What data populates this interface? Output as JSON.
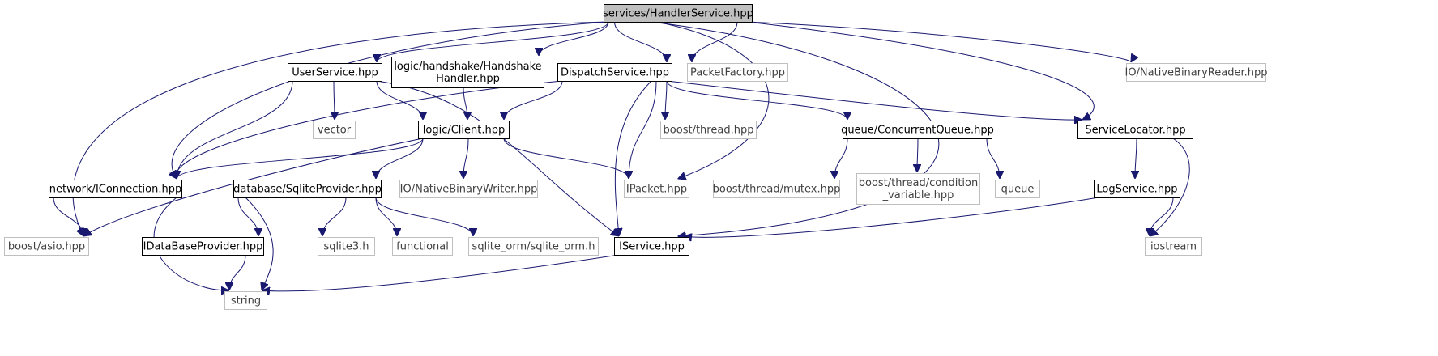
{
  "colors": {
    "edge": "#191970",
    "root_fill": "#bfbfbf",
    "node_border": "#000000",
    "external_border": "#bfbfbf",
    "text": "#000000",
    "external_text": "#404040",
    "background": "#ffffff"
  },
  "nodes": [
    {
      "id": "handler",
      "label": [
        "services/HandlerService.hpp"
      ],
      "kind": "root"
    },
    {
      "id": "userservice",
      "label": [
        "UserService.hpp"
      ],
      "kind": "internal"
    },
    {
      "id": "handshake",
      "label": [
        "logic/handshake/Handshake",
        "Handler.hpp"
      ],
      "kind": "internal"
    },
    {
      "id": "dispatch",
      "label": [
        "DispatchService.hpp"
      ],
      "kind": "internal"
    },
    {
      "id": "packetfactory",
      "label": [
        "PacketFactory.hpp"
      ],
      "kind": "external"
    },
    {
      "id": "nbreader",
      "label": [
        "IO/NativeBinaryReader.hpp"
      ],
      "kind": "external"
    },
    {
      "id": "vector",
      "label": [
        "vector"
      ],
      "kind": "external"
    },
    {
      "id": "client",
      "label": [
        "logic/Client.hpp"
      ],
      "kind": "internal"
    },
    {
      "id": "boostthread",
      "label": [
        "boost/thread.hpp"
      ],
      "kind": "external"
    },
    {
      "id": "cqueue",
      "label": [
        "queue/ConcurrentQueue.hpp"
      ],
      "kind": "internal"
    },
    {
      "id": "servicelocator",
      "label": [
        "ServiceLocator.hpp"
      ],
      "kind": "internal"
    },
    {
      "id": "iconnection",
      "label": [
        "network/IConnection.hpp"
      ],
      "kind": "internal"
    },
    {
      "id": "sqliteprovider",
      "label": [
        "database/SqliteProvider.hpp"
      ],
      "kind": "internal"
    },
    {
      "id": "nbwriter",
      "label": [
        "IO/NativeBinaryWriter.hpp"
      ],
      "kind": "external"
    },
    {
      "id": "ipacket",
      "label": [
        "IPacket.hpp"
      ],
      "kind": "external"
    },
    {
      "id": "mutex",
      "label": [
        "boost/thread/mutex.hpp"
      ],
      "kind": "external"
    },
    {
      "id": "condvar",
      "label": [
        "boost/thread/condition",
        "_variable.hpp"
      ],
      "kind": "external"
    },
    {
      "id": "queue",
      "label": [
        "queue"
      ],
      "kind": "external"
    },
    {
      "id": "logservice",
      "label": [
        "LogService.hpp"
      ],
      "kind": "internal"
    },
    {
      "id": "asio",
      "label": [
        "boost/asio.hpp"
      ],
      "kind": "external"
    },
    {
      "id": "idbprovider",
      "label": [
        "IDataBaseProvider.hpp"
      ],
      "kind": "internal"
    },
    {
      "id": "sqlite3",
      "label": [
        "sqlite3.h"
      ],
      "kind": "external"
    },
    {
      "id": "functional",
      "label": [
        "functional"
      ],
      "kind": "external"
    },
    {
      "id": "sqliteorm",
      "label": [
        "sqlite_orm/sqlite_orm.h"
      ],
      "kind": "external"
    },
    {
      "id": "iservice",
      "label": [
        "IService.hpp"
      ],
      "kind": "internal"
    },
    {
      "id": "iostream",
      "label": [
        "iostream"
      ],
      "kind": "external"
    },
    {
      "id": "string",
      "label": [
        "string"
      ],
      "kind": "external"
    }
  ],
  "edges": [
    {
      "from": "handler",
      "to": "userservice"
    },
    {
      "from": "handler",
      "to": "handshake"
    },
    {
      "from": "handler",
      "to": "dispatch"
    },
    {
      "from": "handler",
      "to": "packetfactory"
    },
    {
      "from": "handler",
      "to": "nbreader"
    },
    {
      "from": "handler",
      "to": "servicelocator"
    },
    {
      "from": "handler",
      "to": "iconnection"
    },
    {
      "from": "handler",
      "to": "asio"
    },
    {
      "from": "handler",
      "to": "ipacket"
    },
    {
      "from": "handler",
      "to": "iservice"
    },
    {
      "from": "userservice",
      "to": "vector"
    },
    {
      "from": "userservice",
      "to": "client"
    },
    {
      "from": "userservice",
      "to": "iconnection"
    },
    {
      "from": "userservice",
      "to": "iservice"
    },
    {
      "from": "handshake",
      "to": "client"
    },
    {
      "from": "dispatch",
      "to": "client"
    },
    {
      "from": "dispatch",
      "to": "boostthread"
    },
    {
      "from": "dispatch",
      "to": "cqueue"
    },
    {
      "from": "dispatch",
      "to": "servicelocator"
    },
    {
      "from": "dispatch",
      "to": "iconnection"
    },
    {
      "from": "dispatch",
      "to": "ipacket"
    },
    {
      "from": "dispatch",
      "to": "iservice"
    },
    {
      "from": "client",
      "to": "iconnection"
    },
    {
      "from": "client",
      "to": "sqliteprovider"
    },
    {
      "from": "client",
      "to": "nbwriter"
    },
    {
      "from": "client",
      "to": "ipacket"
    },
    {
      "from": "client",
      "to": "asio"
    },
    {
      "from": "cqueue",
      "to": "mutex"
    },
    {
      "from": "cqueue",
      "to": "condvar"
    },
    {
      "from": "cqueue",
      "to": "queue"
    },
    {
      "from": "servicelocator",
      "to": "logservice"
    },
    {
      "from": "servicelocator",
      "to": "iostream"
    },
    {
      "from": "iconnection",
      "to": "asio"
    },
    {
      "from": "iconnection",
      "to": "string"
    },
    {
      "from": "sqliteprovider",
      "to": "idbprovider"
    },
    {
      "from": "sqliteprovider",
      "to": "sqlite3"
    },
    {
      "from": "sqliteprovider",
      "to": "functional"
    },
    {
      "from": "sqliteprovider",
      "to": "sqliteorm"
    },
    {
      "from": "sqliteprovider",
      "to": "string"
    },
    {
      "from": "logservice",
      "to": "iservice"
    },
    {
      "from": "logservice",
      "to": "iostream"
    },
    {
      "from": "idbprovider",
      "to": "string"
    },
    {
      "from": "iservice",
      "to": "string"
    }
  ]
}
